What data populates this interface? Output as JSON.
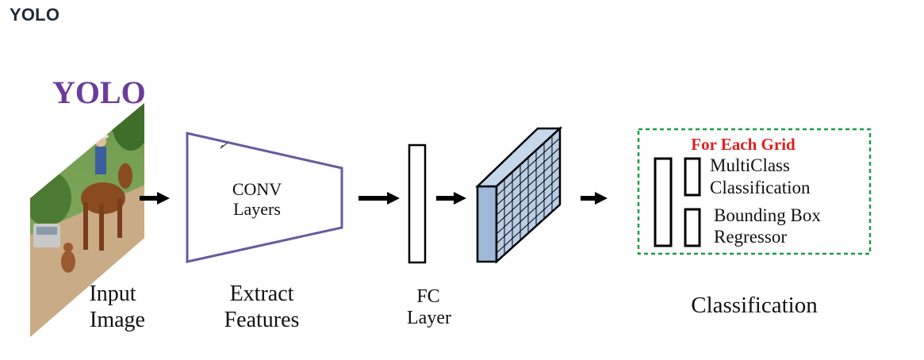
{
  "header": {
    "title": "YOLO"
  },
  "diagram": {
    "logo_text": "YOLO",
    "input": {
      "label_line1": "Input",
      "label_line2": "Image"
    },
    "conv": {
      "box_line1": "CONV",
      "box_line2": "Layers",
      "label_line1": "Extract",
      "label_line2": "Features"
    },
    "fc": {
      "label_line1": "FC",
      "label_line2": "Layer"
    },
    "grid_box": {
      "heading": "For Each Grid",
      "item1_line1": "MultiClass",
      "item1_line2": "Classification",
      "item2_line1": "Bounding Box",
      "item2_line2": "Regressor"
    },
    "classification_label": "Classification"
  },
  "colors": {
    "logo": "#6a3d9a",
    "conv_outline": "#6a5a9e",
    "grid_heading": "#e02020",
    "dashed_border": "#1f9a4a",
    "tensor_fill": "#b9cde6"
  }
}
